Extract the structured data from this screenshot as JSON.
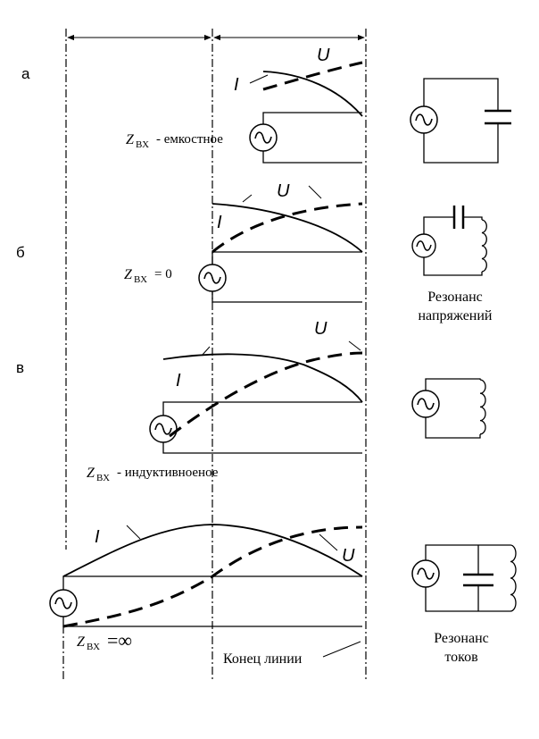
{
  "panels": [
    {
      "letter": "а",
      "z_label": "Z",
      "z_sub": "ВХ",
      "z_value": "- емкостное",
      "label_I": "I",
      "label_U": "U"
    },
    {
      "letter": "б",
      "z_label": "Z",
      "z_sub": "ВХ",
      "z_value": "= 0",
      "label_I": "I",
      "label_U": "U"
    },
    {
      "letter": "в",
      "z_label": "Z",
      "z_sub": "ВХ",
      "z_value": "- индуктивноеное",
      "label_I": "I",
      "label_U": "U"
    },
    {
      "letter": "",
      "z_label": "Z",
      "z_sub": "ВХ",
      "z_value": "=∞",
      "label_I": "I",
      "label_U": "U"
    }
  ],
  "circuits": [
    {
      "caption_line1": "",
      "caption_line2": ""
    },
    {
      "caption_line1": "Резонанс",
      "caption_line2": "напряжений"
    },
    {
      "caption_line1": "",
      "caption_line2": ""
    },
    {
      "caption_line1": "Резонанс",
      "caption_line2": "токов"
    }
  ],
  "line_end_label": "Конец линии"
}
